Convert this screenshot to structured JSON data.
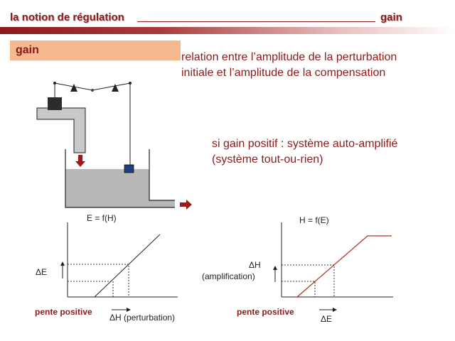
{
  "header": {
    "title": "la notion de régulation",
    "right": "gain"
  },
  "section": {
    "label": "gain"
  },
  "text": {
    "definition_line1": "relation entre l’amplitude de la perturbation",
    "definition_line2": "initiale et l’amplitude de la compensation",
    "positive_line1": "si gain positif : système auto-amplifié",
    "positive_line2": "(système tout-ou-rien)"
  },
  "graph_left": {
    "title": "E = f(H)",
    "y_label": "ΔE",
    "x_label": "ΔH (perturbation)",
    "slope": "pente positive"
  },
  "graph_right": {
    "title": "H = f(E)",
    "y_label_1": "ΔH",
    "y_label_2": "(amplification)",
    "x_label": "ΔE",
    "slope": "pente positive"
  },
  "colors": {
    "accent": "#8b1a1a",
    "label_box": "#f6b88e",
    "water": "#b8b8b8",
    "sensor": "#1f3f7a",
    "valve": "#2c2c2c",
    "arrow": "#a01818"
  }
}
